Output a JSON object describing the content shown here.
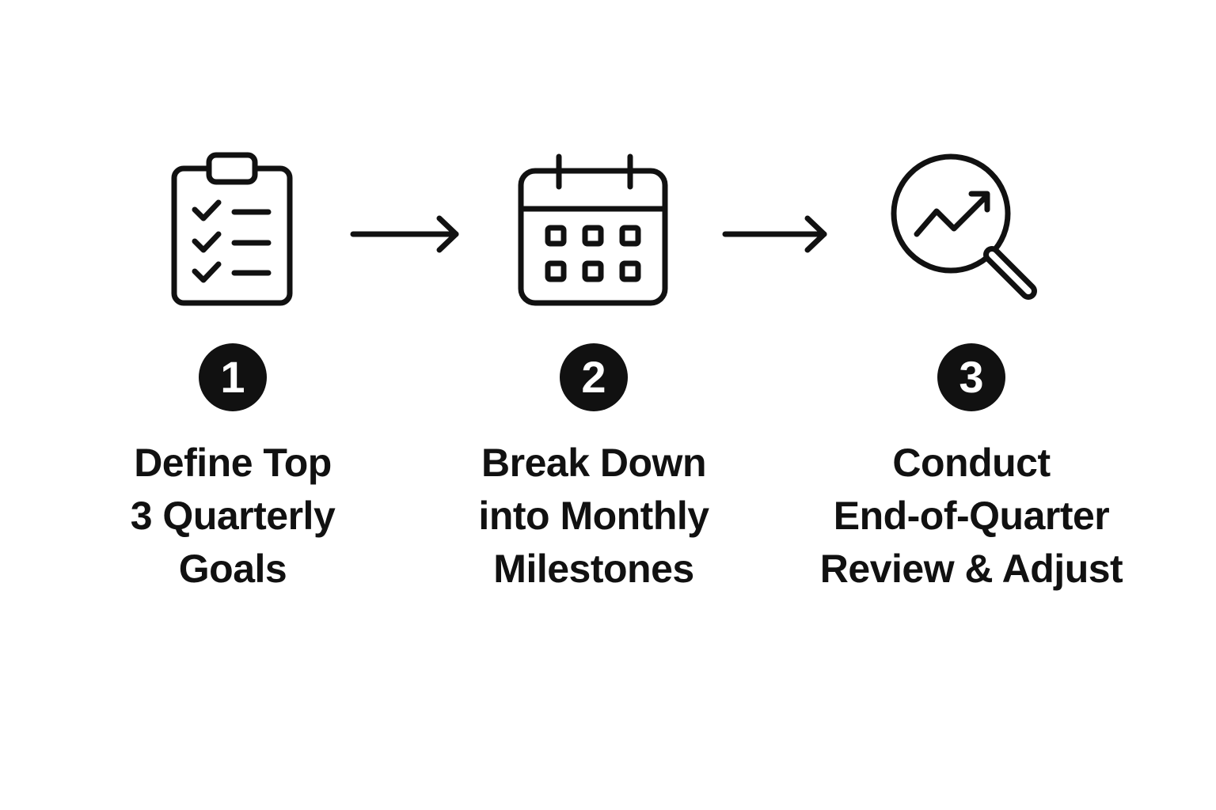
{
  "steps": [
    {
      "number": "1",
      "icon": "clipboard-checklist-icon",
      "label_lines": [
        "Define Top",
        "3 Quarterly",
        "Goals"
      ]
    },
    {
      "number": "2",
      "icon": "calendar-icon",
      "label_lines": [
        "Break Down",
        "into Monthly",
        "Milestones"
      ]
    },
    {
      "number": "3",
      "icon": "magnifier-trend-icon",
      "label_lines": [
        "Conduct",
        "End-of-Quarter",
        "Review & Adjust"
      ]
    }
  ],
  "colors": {
    "ink": "#111111",
    "background": "#ffffff",
    "badge_text": "#ffffff"
  }
}
